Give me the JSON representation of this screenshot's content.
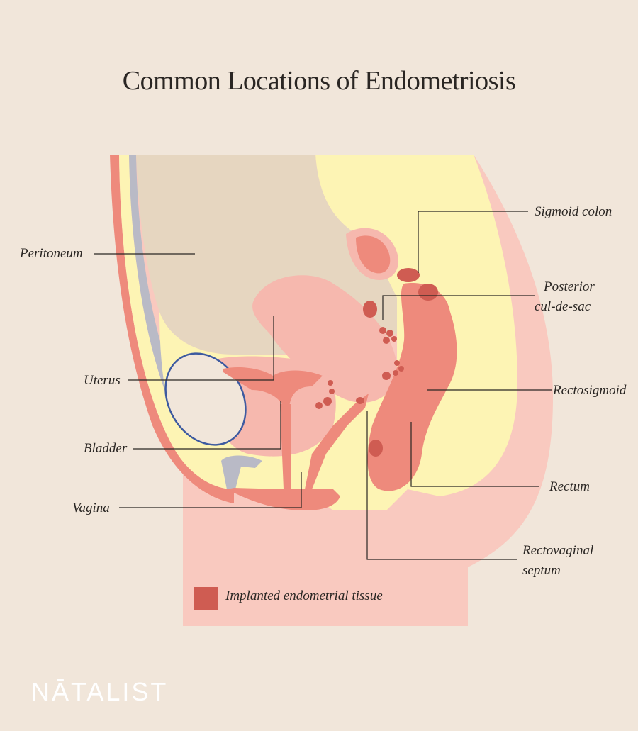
{
  "title": "Common Locations of Endometriosis",
  "labels": {
    "peritoneum": "Peritoneum",
    "uterus": "Uterus",
    "bladder": "Bladder",
    "vagina": "Vagina",
    "sigmoid_colon": "Sigmoid colon",
    "posterior_cul_de_sac_line1": "Posterior",
    "posterior_cul_de_sac_line2": "cul-de-sac",
    "rectosigmoid": "Rectosigmoid",
    "rectum": "Rectum",
    "rectovaginal_septum_line1": "Rectovaginal",
    "rectovaginal_septum_line2": "septum"
  },
  "legend": {
    "label": "Implanted endometrial tissue",
    "color": "#cf5c52"
  },
  "brand": "NĀTALIST",
  "colors": {
    "background": "#f1e6da",
    "body_pink": "#f9c9bf",
    "fat_yellow": "#fdf4b4",
    "cavity_tan": "#e6d6c0",
    "organ_pink": "#f6b8ae",
    "tissue_red": "#cf5c52",
    "muscle_salmon": "#ee8a7c",
    "bladder_outline": "#3d5aa0",
    "bone_gray": "#b9bac6"
  }
}
